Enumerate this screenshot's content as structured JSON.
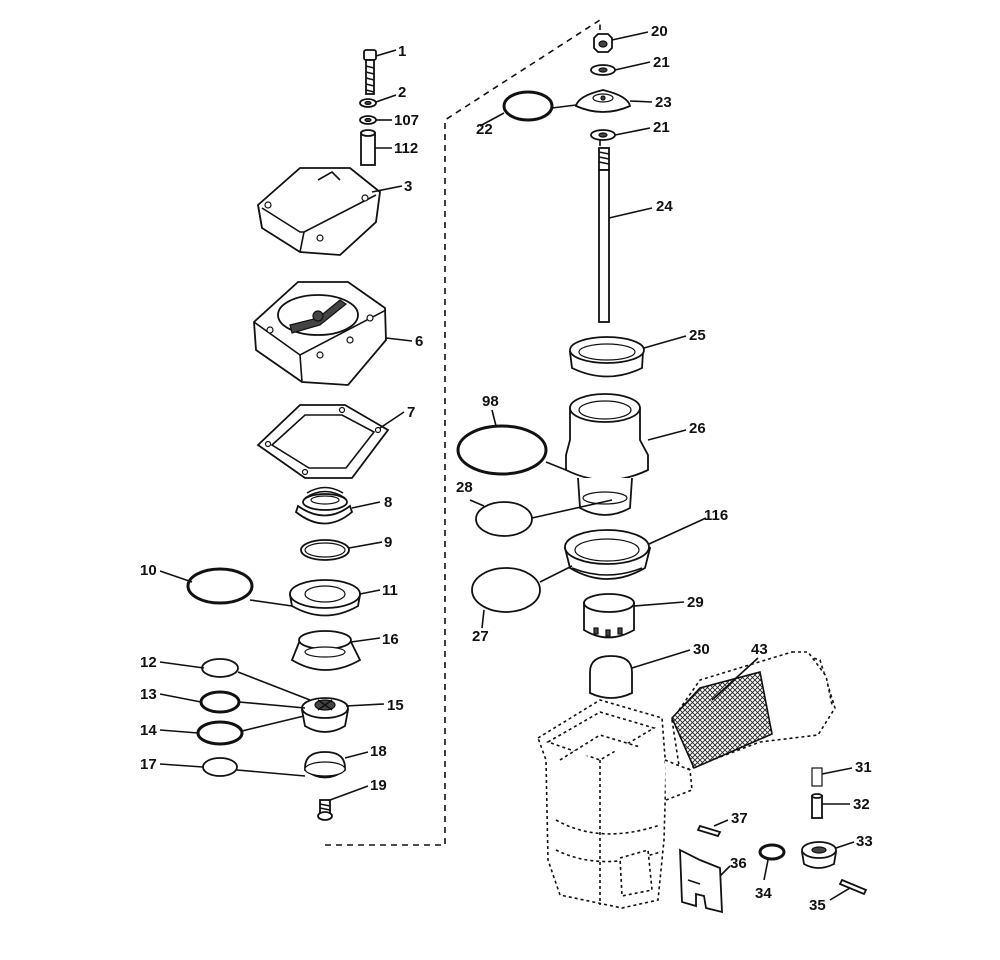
{
  "diagram": {
    "type": "exploded-parts-view",
    "callouts": [
      {
        "id": "1",
        "text": "1"
      },
      {
        "id": "2",
        "text": "2"
      },
      {
        "id": "107",
        "text": "107"
      },
      {
        "id": "112",
        "text": "112"
      },
      {
        "id": "3",
        "text": "3"
      },
      {
        "id": "6",
        "text": "6"
      },
      {
        "id": "7",
        "text": "7"
      },
      {
        "id": "8",
        "text": "8"
      },
      {
        "id": "9",
        "text": "9"
      },
      {
        "id": "10",
        "text": "10"
      },
      {
        "id": "11",
        "text": "11"
      },
      {
        "id": "16",
        "text": "16"
      },
      {
        "id": "12",
        "text": "12"
      },
      {
        "id": "13",
        "text": "13"
      },
      {
        "id": "15",
        "text": "15"
      },
      {
        "id": "14",
        "text": "14"
      },
      {
        "id": "17",
        "text": "17"
      },
      {
        "id": "18",
        "text": "18"
      },
      {
        "id": "19",
        "text": "19"
      },
      {
        "id": "20",
        "text": "20"
      },
      {
        "id": "21a",
        "text": "21"
      },
      {
        "id": "23",
        "text": "23"
      },
      {
        "id": "22",
        "text": "22"
      },
      {
        "id": "21b",
        "text": "21"
      },
      {
        "id": "24",
        "text": "24"
      },
      {
        "id": "25",
        "text": "25"
      },
      {
        "id": "98",
        "text": "98"
      },
      {
        "id": "26",
        "text": "26"
      },
      {
        "id": "28",
        "text": "28"
      },
      {
        "id": "116",
        "text": "116"
      },
      {
        "id": "27",
        "text": "27"
      },
      {
        "id": "29",
        "text": "29"
      },
      {
        "id": "30",
        "text": "30"
      },
      {
        "id": "43",
        "text": "43"
      },
      {
        "id": "31",
        "text": "31"
      },
      {
        "id": "32",
        "text": "32"
      },
      {
        "id": "37",
        "text": "37"
      },
      {
        "id": "33",
        "text": "33"
      },
      {
        "id": "36",
        "text": "36"
      },
      {
        "id": "34",
        "text": "34"
      },
      {
        "id": "35",
        "text": "35"
      }
    ]
  }
}
